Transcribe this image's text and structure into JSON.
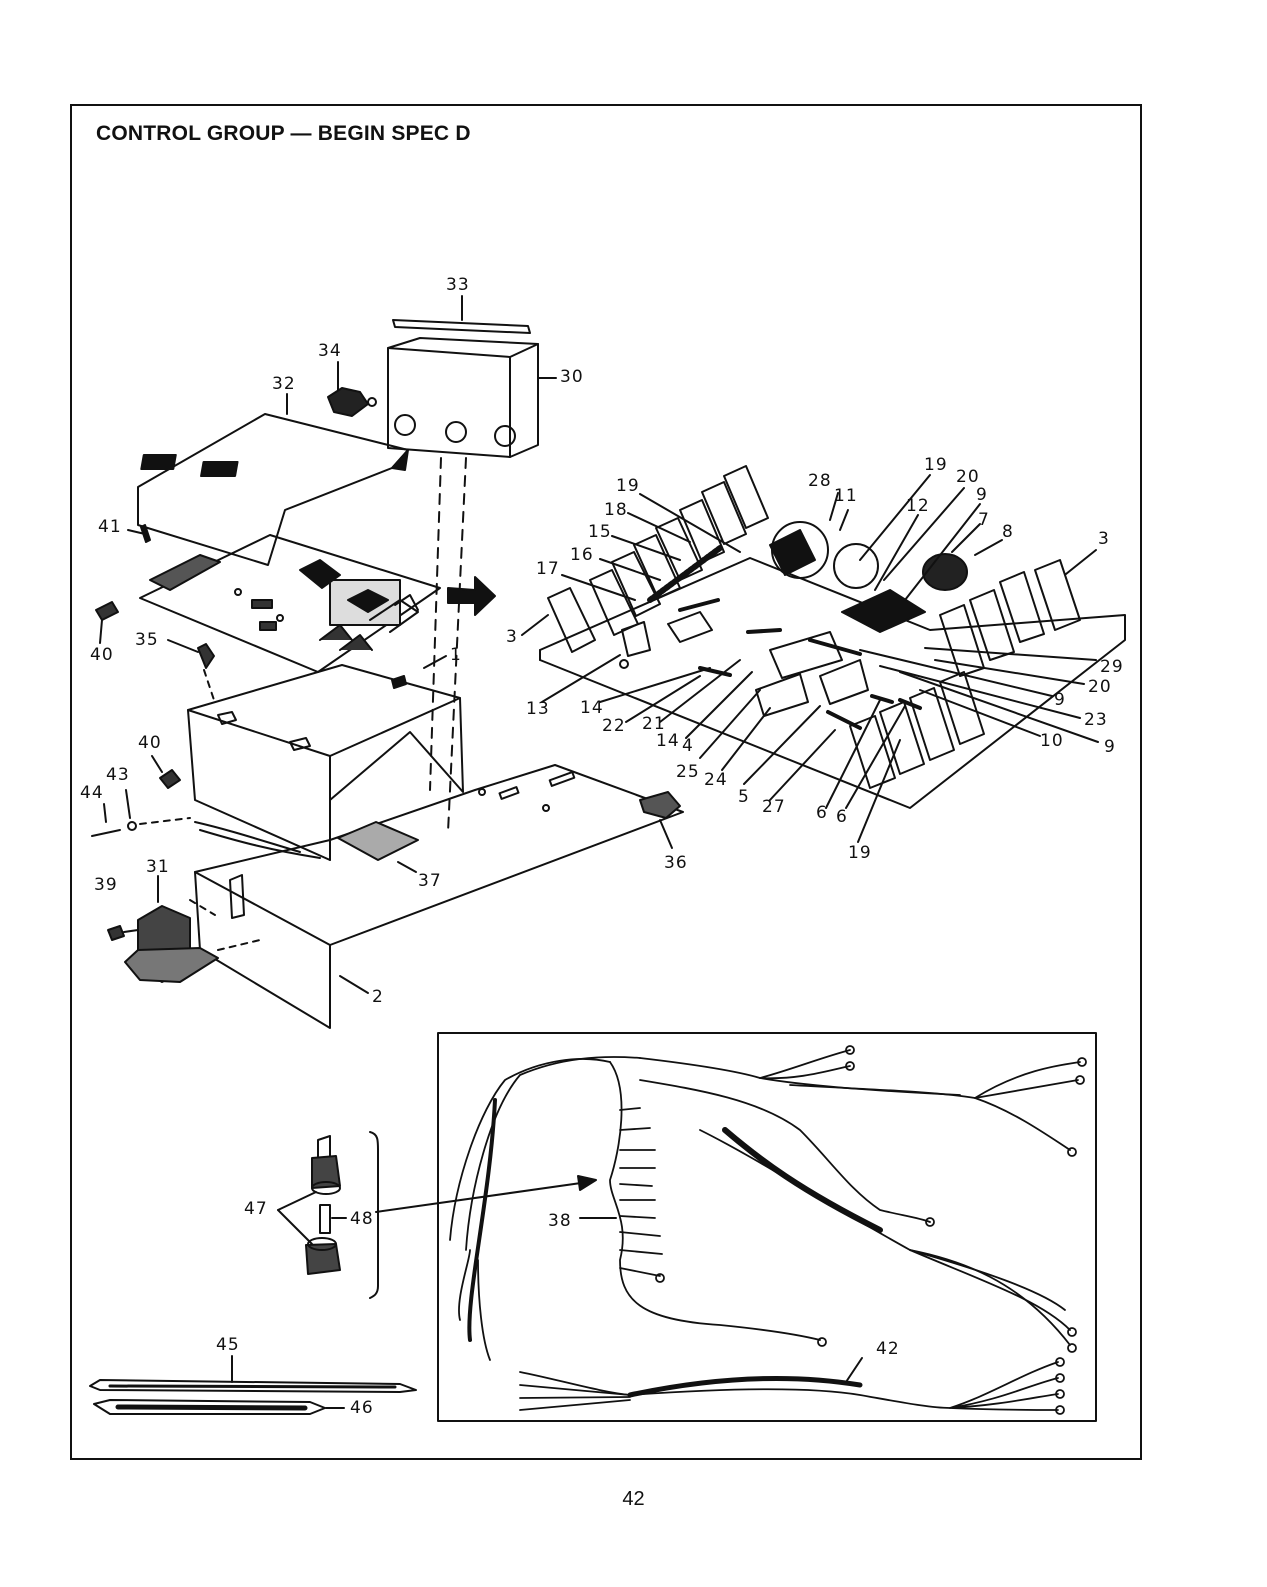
{
  "page": {
    "title": "CONTROL GROUP — BEGIN SPEC D",
    "page_number": "42"
  },
  "callouts": {
    "c33": "33",
    "c34": "34",
    "c32": "32",
    "c30": "30",
    "c41": "41",
    "c40a": "40",
    "c35": "35",
    "c1": "1",
    "c40b": "40",
    "c43": "43",
    "c44": "44",
    "c39": "39",
    "c31": "31",
    "c37": "37",
    "c36": "36",
    "c2": "2",
    "c19a": "19",
    "c18": "18",
    "c15": "15",
    "c16": "16",
    "c17": "17",
    "c3a": "3",
    "c13": "13",
    "c14a": "14",
    "c22": "22",
    "c21": "21",
    "c14b": "14",
    "c4": "4",
    "c25": "25",
    "c24": "24",
    "c5": "5",
    "c27": "27",
    "c6a": "6",
    "c6b": "6",
    "c19c": "19",
    "c28": "28",
    "c11": "11",
    "c19b": "19",
    "c20a": "20",
    "c12": "12",
    "c9a": "9",
    "c7": "7",
    "c8": "8",
    "c3b": "3",
    "c29": "29",
    "c20b": "20",
    "c9b": "9",
    "c23": "23",
    "c10": "10",
    "c9c": "9",
    "c47": "47",
    "c48": "48",
    "c38": "38",
    "c42": "42",
    "c45": "45",
    "c46": "46"
  }
}
